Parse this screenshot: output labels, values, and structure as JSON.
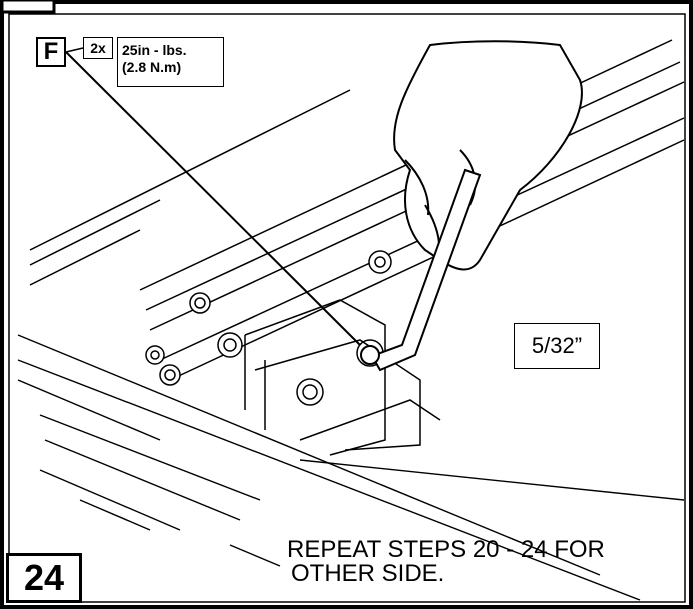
{
  "callout": {
    "part_letter": "F",
    "quantity": "2x",
    "torque_line1": "25in - lbs.",
    "torque_line2": "(2.8 N.m)"
  },
  "tool": {
    "wrench_size": "5/32”"
  },
  "step": {
    "number": "24"
  },
  "note": {
    "line1": "REPEAT STEPS 20 - 24 FOR",
    "line2": "OTHER SIDE."
  },
  "icons": [
    "hand-icon",
    "hex-key-icon"
  ]
}
